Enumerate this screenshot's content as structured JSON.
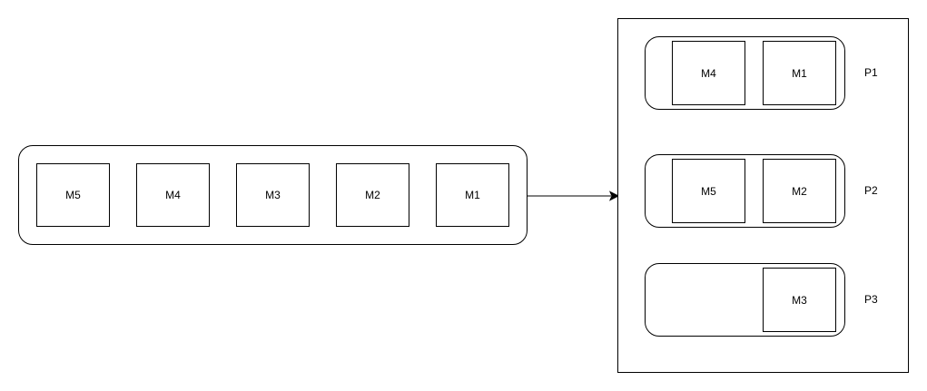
{
  "queue": {
    "messages": [
      "M5",
      "M4",
      "M3",
      "M2",
      "M1"
    ]
  },
  "partitions": [
    {
      "label": "P1",
      "messages": [
        "M4",
        "M1"
      ]
    },
    {
      "label": "P2",
      "messages": [
        "M5",
        "M2"
      ]
    },
    {
      "label": "P3",
      "messages": [
        "M3"
      ]
    }
  ]
}
